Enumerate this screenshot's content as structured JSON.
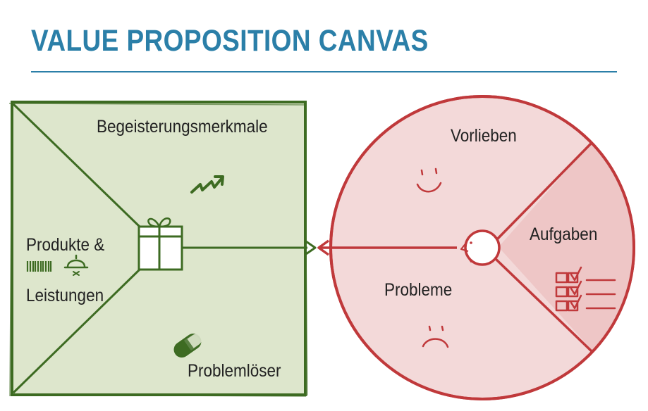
{
  "header": {
    "title": "VALUE PROPOSITION CANVAS"
  },
  "value_map": {
    "gain_creators_label": "Begeisterungsmerkmale",
    "products_services_label_line1": "Produkte &",
    "products_services_label_line2": "Leistungen",
    "pain_relievers_label": "Problemlöser",
    "color_fill": "#dde6cc",
    "color_stroke": "#3d6b22"
  },
  "customer_profile": {
    "gains_label": "Vorlieben",
    "jobs_label": "Aufgaben",
    "pains_label": "Probleme",
    "color_fill": "#f3d9d9",
    "color_fill_jobs": "#eec6c6",
    "color_stroke": "#c0393b"
  },
  "icons": [
    "trend-arrow-icon",
    "gift-icon",
    "barcode-icon",
    "service-bell-icon",
    "pill-icon",
    "smiley-icon",
    "frown-icon",
    "face-icon",
    "checklist-icon",
    "arrow-icon"
  ]
}
